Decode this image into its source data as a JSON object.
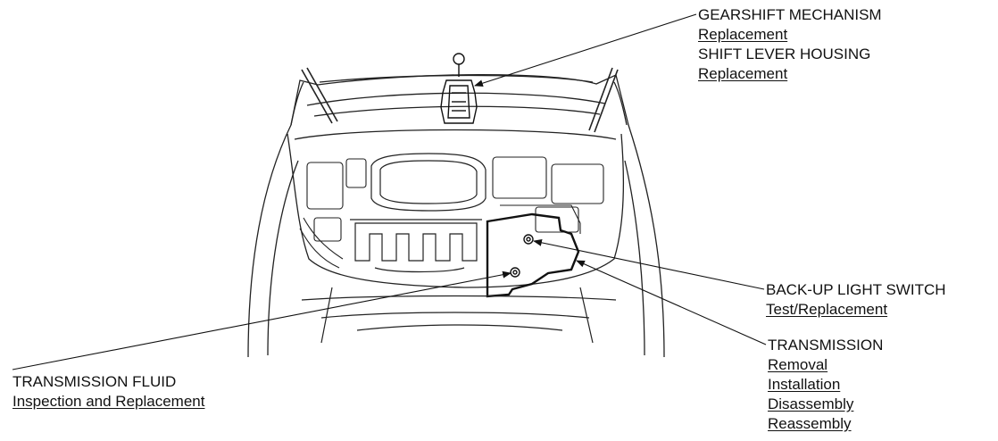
{
  "callouts": {
    "gearshift": {
      "heading": "GEARSHIFT MECHANISM",
      "link": "Replacement"
    },
    "shift_lever": {
      "heading": "SHIFT LEVER HOUSING",
      "link": "Replacement"
    },
    "backup_switch": {
      "heading": "BACK-UP LIGHT SWITCH",
      "link": "Test/Replacement"
    },
    "transmission": {
      "heading": "TRANSMISSION",
      "links": [
        "Removal",
        "Installation",
        "Disassembly",
        "Reassembly"
      ]
    },
    "fluid": {
      "heading": "TRANSMISSION FLUID",
      "link": "Inspection and Replacement"
    }
  }
}
